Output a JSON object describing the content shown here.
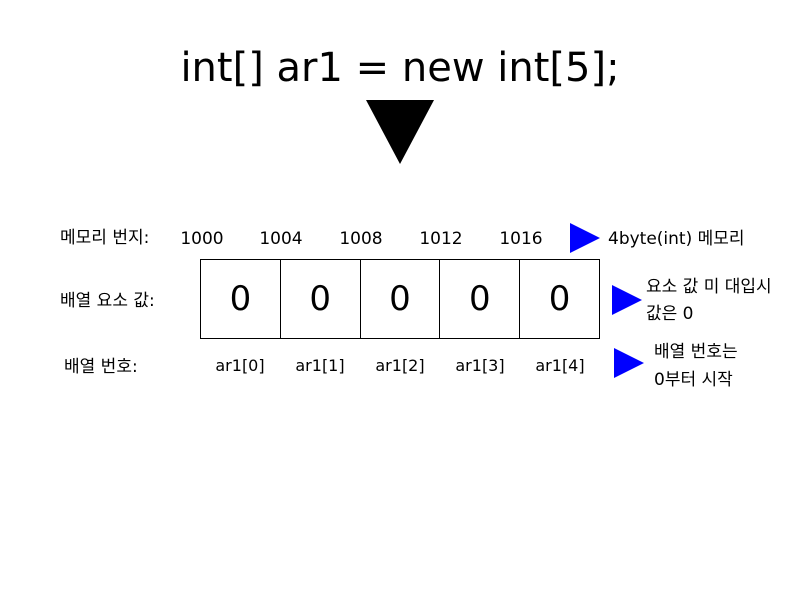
{
  "code": "int[] ar1 = new int[5];",
  "labels": {
    "address": "메모리 번지:",
    "value": "배열 요소 값:",
    "index": "배열 번호:"
  },
  "addresses": [
    "1000",
    "1004",
    "1008",
    "1012",
    "1016"
  ],
  "values": [
    "0",
    "0",
    "0",
    "0",
    "0"
  ],
  "indices": [
    "ar1[0]",
    "ar1[1]",
    "ar1[2]",
    "ar1[3]",
    "ar1[4]"
  ],
  "notes": {
    "address": "4byte(int) 메모리",
    "value_line1": "요소 값 미 대입시",
    "value_line2": "값은 0",
    "index_line1": "배열 번호는",
    "index_line2": "0부터 시작"
  },
  "colors": {
    "note_arrow": "#0000ff",
    "down_arrow": "#000000"
  }
}
